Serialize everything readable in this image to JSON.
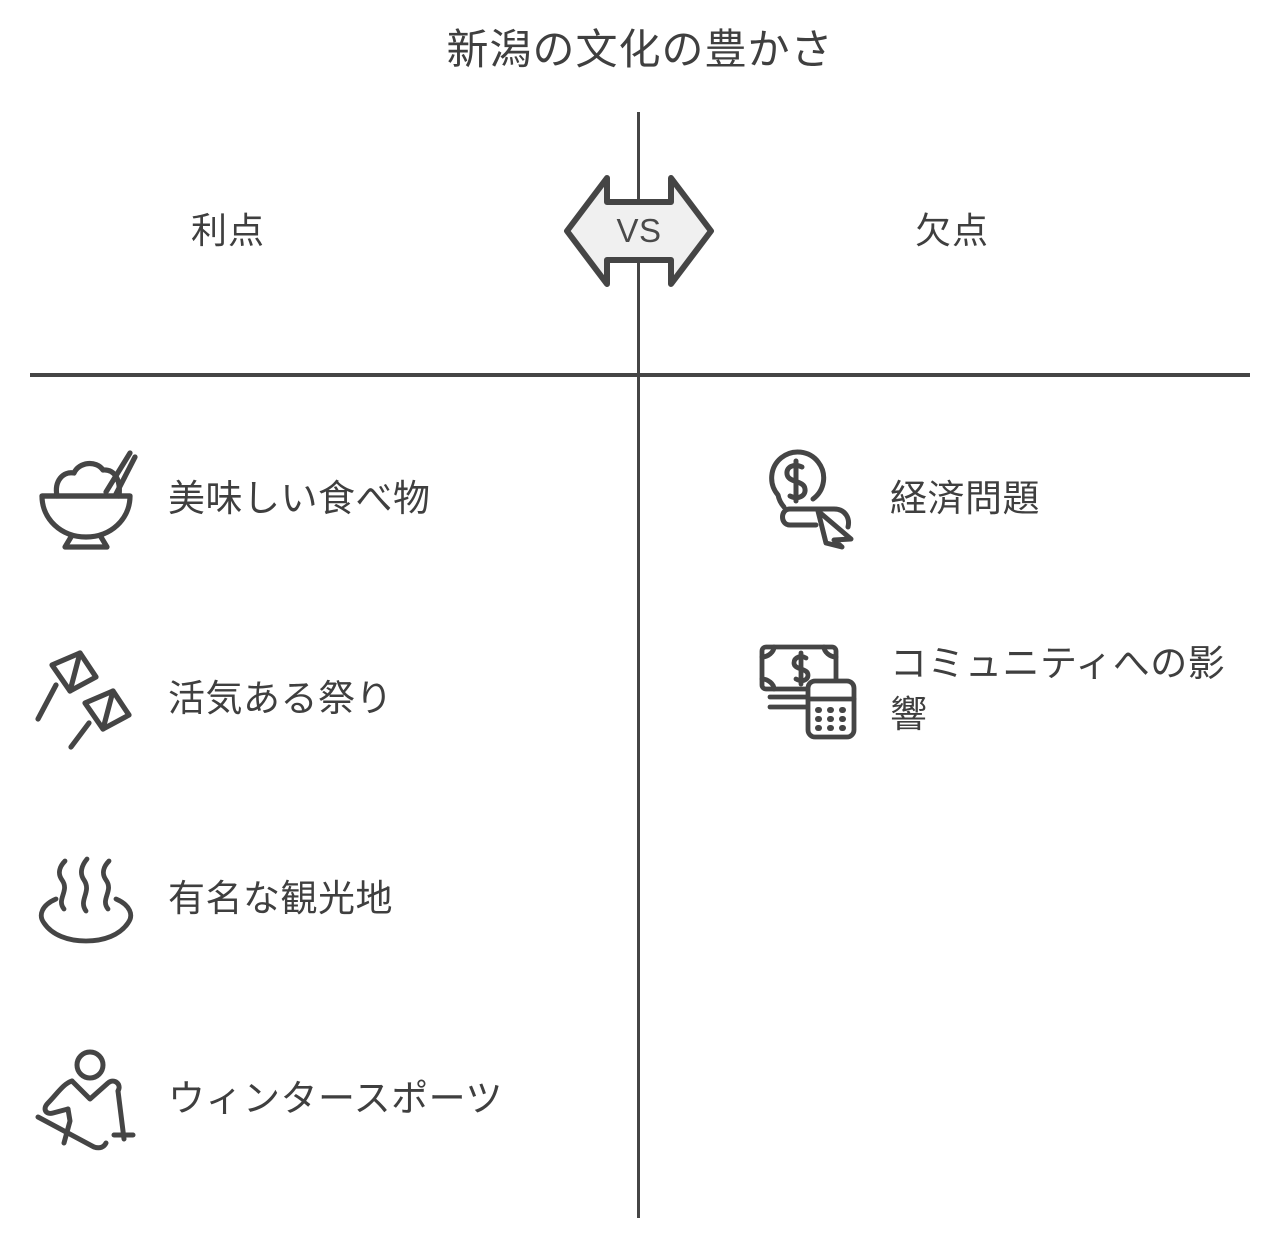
{
  "title": "新潟の文化の豊かさ",
  "center": {
    "vs_label": "VS",
    "badge_icon": "double-arrow-vs-badge",
    "badge_fill": "#f0f0f0",
    "badge_stroke": "#454545"
  },
  "columns": {
    "left": {
      "heading": "利点",
      "items": [
        {
          "icon": "rice-bowl-chopsticks-icon",
          "label": "美味しい食べ物"
        },
        {
          "icon": "festival-flags-icon",
          "label": "活気ある祭り"
        },
        {
          "icon": "hot-spring-onsen-icon",
          "label": "有名な観光地"
        },
        {
          "icon": "skier-icon",
          "label": "ウィンタースポーツ"
        }
      ]
    },
    "right": {
      "heading": "欠点",
      "items": [
        {
          "icon": "dollar-coin-cursor-icon",
          "label": "経済問題"
        },
        {
          "icon": "banknote-calculator-icon",
          "label": "コミュニティへの影響"
        }
      ]
    }
  },
  "colors": {
    "background": "#ffffff",
    "ink": "#3f3f3f",
    "line": "#454545"
  }
}
